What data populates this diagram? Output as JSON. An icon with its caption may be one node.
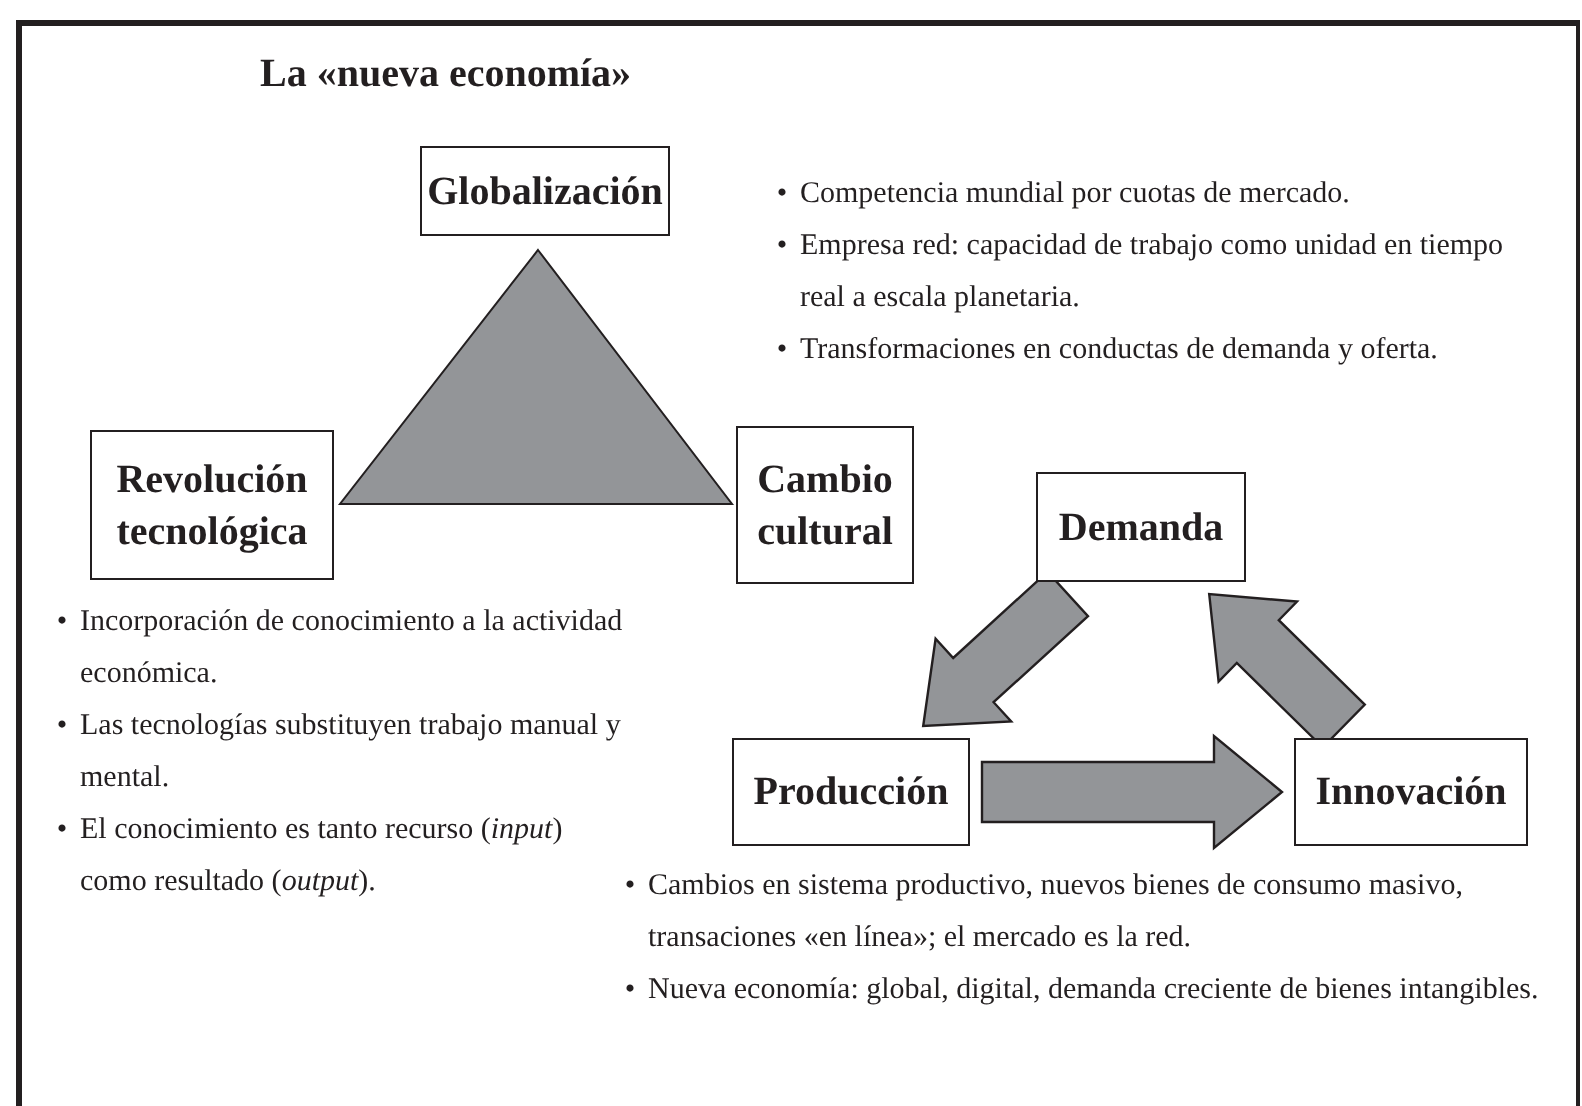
{
  "diagram": {
    "title": "La «nueva economía»",
    "nodes": [
      {
        "text": [
          "Globalización"
        ]
      },
      {
        "text": [
          "Revolución tecnológica"
        ]
      },
      {
        "text": [
          "Cambio cultural"
        ]
      },
      {
        "text": [
          "Demanda"
        ]
      },
      {
        "text": [
          "Producción"
        ]
      },
      {
        "text": [
          "Innovación"
        ]
      }
    ],
    "edges": [
      {
        "from": 3,
        "to": 4,
        "arrow": "to",
        "style": "thick"
      },
      {
        "from": 4,
        "to": 5,
        "arrow": "to",
        "style": "thick"
      },
      {
        "from": 5,
        "to": 3,
        "arrow": "to",
        "style": "thick"
      }
    ],
    "labels": [
      "•",
      "Competencia mundial por cuotas de mercado.",
      "•",
      "Empresa red: capacidad de trabajo como unidad en tiempo real a escala planetaria.",
      "•",
      "Transformaciones en conductas de demanda y oferta.",
      "•",
      "Incorporación de conocimiento a la actividad económica.",
      "•",
      "Las tecnologías substituyen trabajo manual y mental.",
      "•",
      "El conocimiento es tanto recurso (*input*) como resultado (*output*).",
      "•",
      "Cambios en sistema productivo, nuevos bienes de consumo masivo, transaciones «en línea»; el mercado es la red.",
      "•",
      "Nueva economía: global, digital, demanda creciente de bienes intangibles."
    ]
  }
}
